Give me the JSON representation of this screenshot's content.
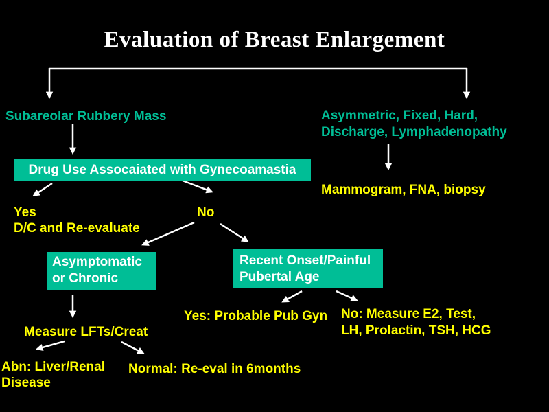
{
  "slide": {
    "title": "Evaluation of Breast Enlargement",
    "colors": {
      "background": "#000000",
      "title_text": "#ffffff",
      "arrow": "#ffffff",
      "teal_accent": "#00be96",
      "yellow_accent": "#ffff00",
      "box_text": "#ffffff"
    },
    "nodes": {
      "subareolar": "Subareolar Rubbery Mass",
      "asymmetric": "Asymmetric, Fixed, Hard,\nDischarge, Lymphadenopathy",
      "drug_box": "Drug Use Assocaiated with Gynecoamastia",
      "mammogram": "Mammogram, FNA, biopsy",
      "yes_dc": "Yes\nD/C and Re-evaluate",
      "no": "No",
      "asymptomatic_box": "Asymptomatic\nor Chronic",
      "recent_box": "Recent Onset/Painful\nPubertal Age",
      "measure_lfts": "Measure LFTs/Creat",
      "yes_probable": "Yes: Probable Pub Gyn",
      "no_measure": "No: Measure E2, Test,\nLH, Prolactin, TSH, HCG",
      "abnormal": "Abn: Liver/Renal\nDisease",
      "normal": "Normal: Re-eval in 6months"
    }
  }
}
